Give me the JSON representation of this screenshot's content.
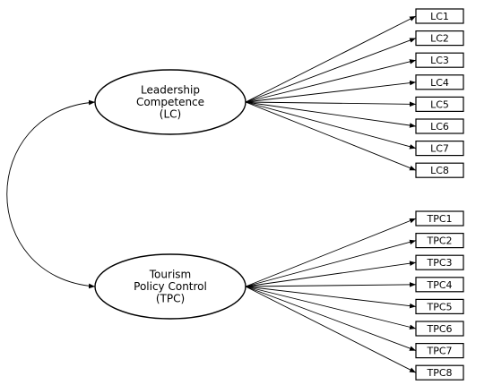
{
  "diagram": {
    "latent_factors": [
      {
        "id": "LC",
        "label_lines": [
          "Leadership",
          "Competence",
          "(LC)"
        ],
        "indicators": [
          "LC1",
          "LC2",
          "LC3",
          "LC4",
          "LC5",
          "LC6",
          "LC7",
          "LC8"
        ]
      },
      {
        "id": "TPC",
        "label_lines": [
          "Tourism",
          "Policy Control",
          "(TPC)"
        ],
        "indicators": [
          "TPC1",
          "TPC2",
          "TPC3",
          "TPC4",
          "TPC5",
          "TPC6",
          "TPC7",
          "TPC8"
        ]
      }
    ],
    "covariances": [
      {
        "between": [
          "LC",
          "TPC"
        ],
        "direction": "two-headed"
      }
    ],
    "colors": {
      "stroke": "#000000",
      "fill": "#ffffff"
    }
  }
}
